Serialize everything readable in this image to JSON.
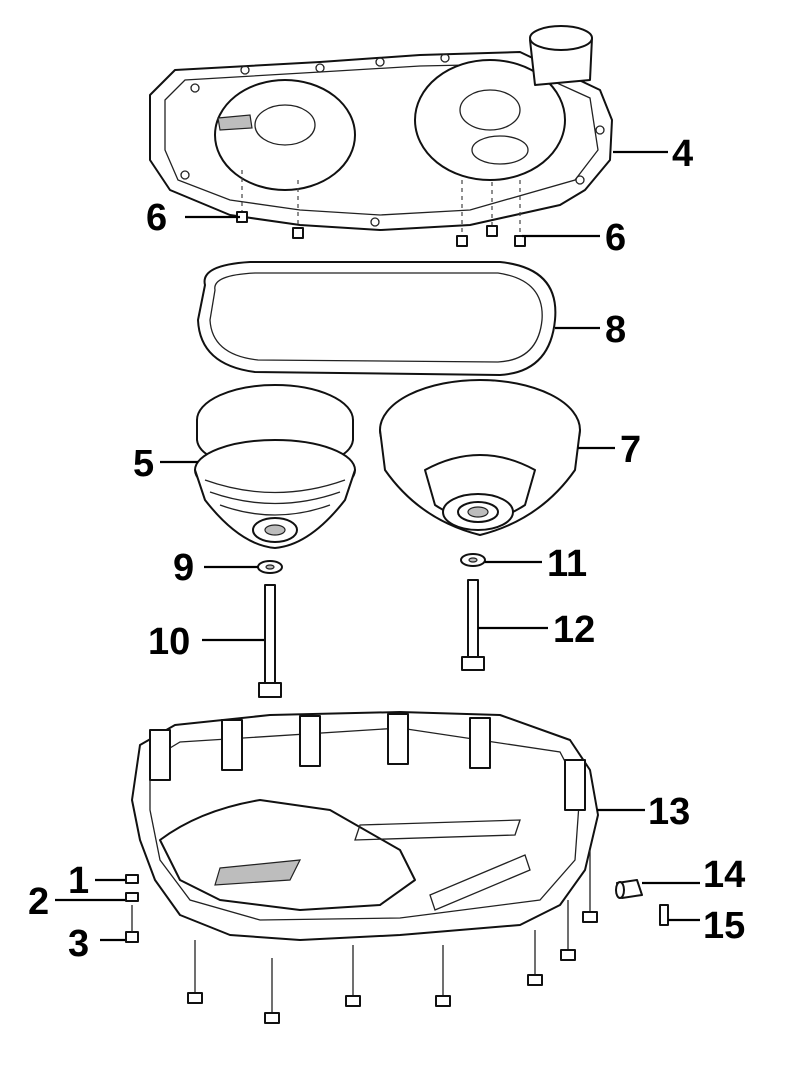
{
  "diagram": {
    "labels": {
      "l1": "1",
      "l2": "2",
      "l3": "3",
      "l4": "4",
      "l5": "5",
      "l6a": "6",
      "l6b": "6",
      "l7": "7",
      "l8": "8",
      "l9": "9",
      "l10": "10",
      "l11": "11",
      "l12": "12",
      "l13": "13",
      "l14": "14",
      "l15": "15"
    }
  }
}
